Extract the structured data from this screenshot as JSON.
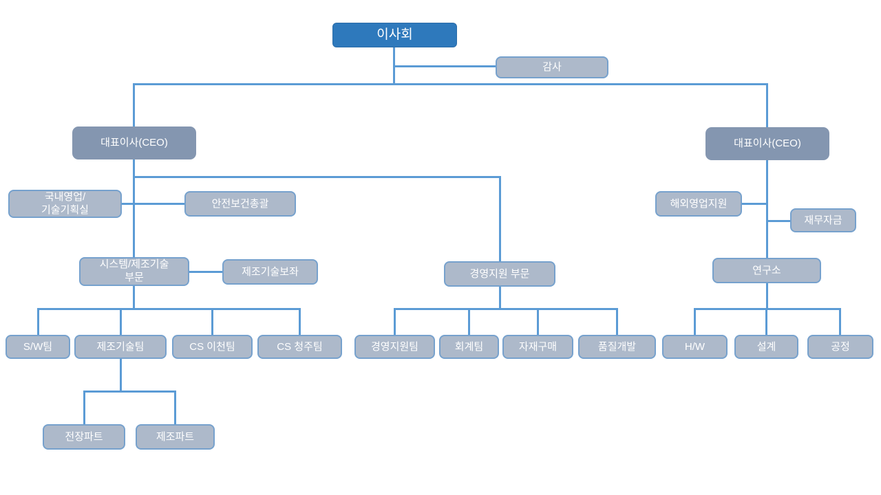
{
  "colors": {
    "root_fill": "#2E79BC",
    "root_border": "#2A6CA8",
    "ceo_fill": "#8496B0",
    "box_fill": "#ADB9CA",
    "box_border": "#76A1CD",
    "connector": "#5B9BD5",
    "text": "#FFFFFF"
  },
  "nodes": {
    "board": {
      "label": "이사회"
    },
    "audit": {
      "label": "감사"
    },
    "ceo_left": {
      "label": "대표이사(CEO)"
    },
    "ceo_right": {
      "label": "대표이사(CEO)"
    },
    "domestic_sales": {
      "line1": "국내영업/",
      "line2": "기술기획실"
    },
    "safety": {
      "label": "안전보건총괄"
    },
    "system_mfg_div": {
      "line1": "시스템/제조기술",
      "line2": "부문"
    },
    "mfg_tech_advisor": {
      "label": "제조기술보좌"
    },
    "mgmt_support_div": {
      "label": "경영지원 부문"
    },
    "overseas_sales": {
      "label": "해외영업지원"
    },
    "finance": {
      "label": "재무자금"
    },
    "research_lab": {
      "label": "연구소"
    },
    "sw_team": {
      "label": "S/W팀"
    },
    "mfg_tech_team": {
      "label": "제조기술팀"
    },
    "cs_icheon_team": {
      "label": "CS 이천팀"
    },
    "cs_cheongju_team": {
      "label": "CS 청주팀"
    },
    "mgmt_support_team": {
      "label": "경영지원팀"
    },
    "accounting_team": {
      "label": "회계팀"
    },
    "materials_purchase": {
      "label": "자재구매"
    },
    "quality_dev": {
      "label": "품질개발"
    },
    "hw_team": {
      "label": "H/W"
    },
    "design_team": {
      "label": "설계"
    },
    "process_team": {
      "label": "공정"
    },
    "elec_part": {
      "label": "전장파트"
    },
    "mfg_part": {
      "label": "제조파트"
    }
  }
}
